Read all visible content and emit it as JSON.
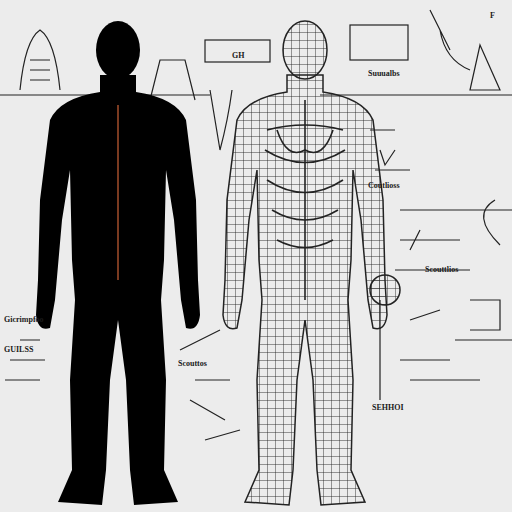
{
  "diagram": {
    "labels": [
      "F",
      "Suuualbs",
      "Coutlioss",
      "Scouttlios",
      "Gicrimpfoo",
      "GUILSS",
      "SEHHOI",
      "Scouttos",
      "GH"
    ]
  }
}
